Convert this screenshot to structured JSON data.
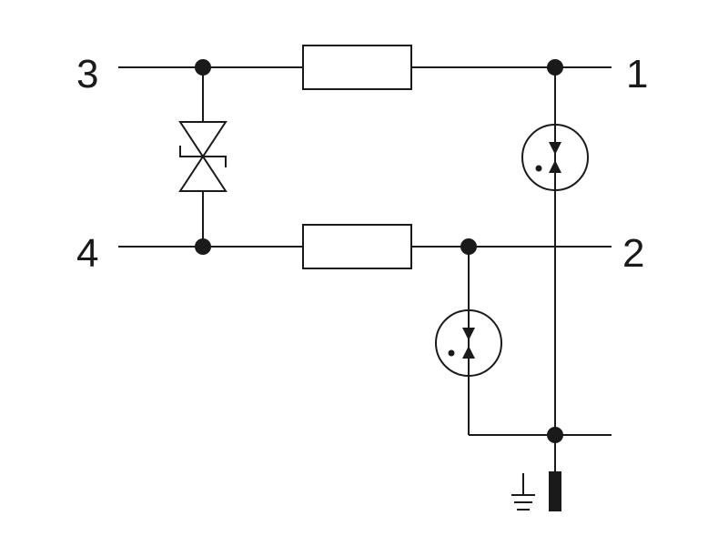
{
  "terminals": {
    "t1": "1",
    "t2": "2",
    "t3": "3",
    "t4": "4"
  },
  "components": {
    "resistors": [
      "resistor-top",
      "resistor-bottom"
    ],
    "tvs_diode": "bidirectional-suppressor-diode",
    "gas_discharge_tubes": [
      "gas-discharge-tube-right",
      "gas-discharge-tube-center"
    ],
    "ground": "earth-ground-symbol",
    "ground_terminal": "ground-terminal-block"
  },
  "colors": {
    "line": "#1a1a1a",
    "background": "#ffffff"
  }
}
